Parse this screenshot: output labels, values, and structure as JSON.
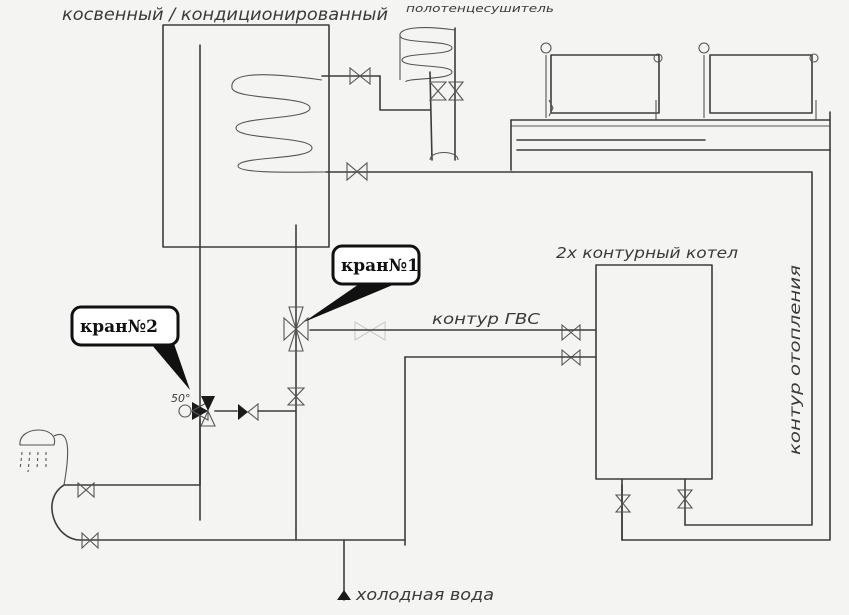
{
  "labels": {
    "indirect_boiler": "косвенный / кондиционированный",
    "towel_dryer": "полотенцесушитель",
    "double_circuit_boiler": "2х контурный котел",
    "dhw_circuit": "контур ГВС",
    "heating_circuit": "контур отопления",
    "cold_water": "холодная вода",
    "temperature": "50°"
  },
  "callouts": {
    "valve1": "кран№1",
    "valve2": "кран№2"
  }
}
